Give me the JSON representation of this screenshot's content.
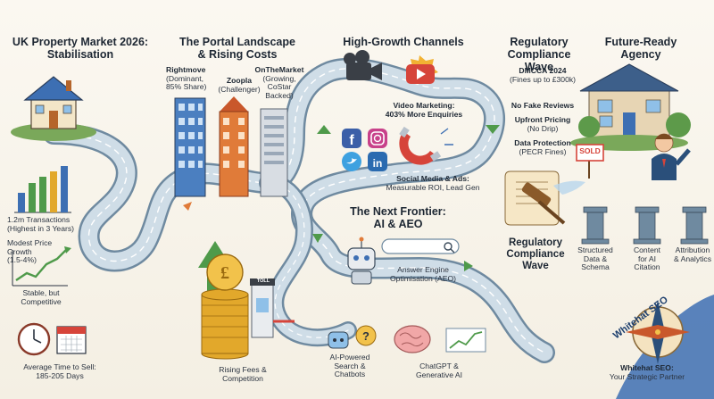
{
  "sections": {
    "market": {
      "title": "UK Property Market 2026:",
      "title2": "Stabilisation",
      "transactions": "1.2m Transactions",
      "transactions_note": "(Highest in 3 Years)",
      "price_growth": "Modest Price",
      "price_growth2": "Growth",
      "price_growth3": "(1.5-4%)",
      "stable": "Stable, but",
      "stable2": "Competitive",
      "time_to_sell": "Average Time to Sell:",
      "time_to_sell2": "185-205 Days"
    },
    "portals": {
      "title": "The Portal Landscape",
      "title2": "& Rising Costs",
      "rightmove": "Rightmove",
      "rightmove_note": "(Dominant,",
      "rightmove_note2": "85% Share)",
      "zoopla": "Zoopla",
      "zoopla_note": "(Challenger)",
      "otm": "OnTheMarket",
      "otm_note": "(Growing,",
      "otm_note2": "CoStar",
      "otm_note3": "Backed)",
      "toll": "TOLL",
      "fees": "Rising Fees &",
      "fees2": "Competition"
    },
    "channels": {
      "title": "High-Growth Channels",
      "video": "Video Marketing:",
      "video2": "403% More Enquiries",
      "social": "Social Media & Ads:",
      "social2": "Measurable ROI, Lead Gen"
    },
    "frontier": {
      "title": "The Next Frontier:",
      "title2": "AI & AEO",
      "aeo": "Answer Engine",
      "aeo2": "Optimisation (AEO)",
      "search": "AI-Powered",
      "search2": "Search &",
      "search3": "Chatbots",
      "chatgpt": "ChatGPT &",
      "chatgpt2": "Generative AI"
    },
    "regulatory": {
      "title": "Regulatory",
      "title2": "Compliance Wave",
      "dmcca": "DMCCA 2024",
      "dmcca_note": "(Fines up to £300k)",
      "fake": "No Fake Reviews",
      "pricing": "Upfront Pricing",
      "pricing_note": "(No Drip)",
      "data": "Data Protection",
      "data_note": "(PECR Fines)",
      "wave": "Regulatory",
      "wave2": "Compliance",
      "wave3": "Wave"
    },
    "agency": {
      "title": "Future-Ready",
      "title2": "Agency",
      "sold": "SOLD",
      "pillar1": "Structured",
      "pillar1b": "Data &",
      "pillar1c": "Schema",
      "pillar2": "Content",
      "pillar2b": "for AI",
      "pillar2c": "Citation",
      "pillar3": "Attribution",
      "pillar3b": "& Analytics",
      "brand": "Whitehat SEO",
      "partner": "Whitehat SEO:",
      "partner2": "Your Strategic Partner"
    }
  },
  "colors": {
    "road": "#b8c9d6",
    "road_edge": "#6f8aa0",
    "sky_blue": "#3d6fb3",
    "accent_orange": "#e07b39",
    "accent_green": "#4f9a4a",
    "gold": "#e2a82b",
    "red": "#d6443a"
  },
  "icons": [
    "house-icon",
    "bar-chart-icon",
    "clock-icon",
    "calendar-icon",
    "coin-stack-icon",
    "toll-booth-icon",
    "video-camera-icon",
    "youtube-icon",
    "facebook-icon",
    "instagram-icon",
    "twitter-icon",
    "linkedin-icon",
    "magnet-icon",
    "robot-icon",
    "search-bar-icon",
    "brain-icon",
    "gavel-icon",
    "scroll-icon",
    "compass-icon",
    "agent-icon",
    "pillar-icon"
  ]
}
